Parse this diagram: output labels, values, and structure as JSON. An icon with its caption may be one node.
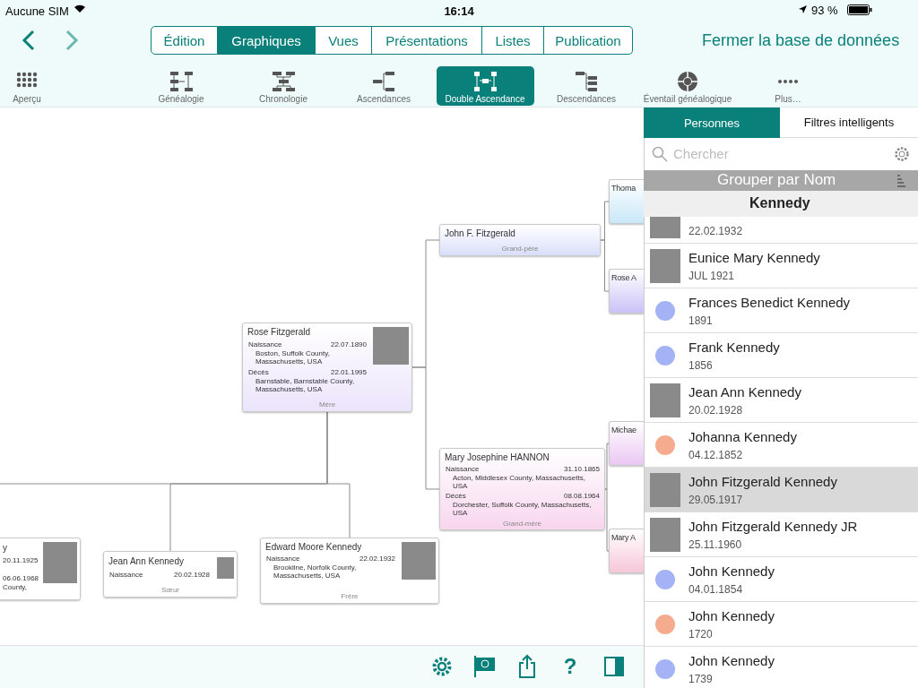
{
  "diagram": {
    "nodes": [
      {
        "text": [
          "Rose Fitzgerald",
          "Naissance",
          "22.07.1890",
          "Boston, Suffolk County, Massachusetts, USA",
          "Décès",
          "22.01.1995",
          "Barnstable, Barnstable County, Massachusetts, USA",
          "Mère"
        ]
      },
      {
        "text": [
          "John F. Fitzgerald",
          "Grand-père"
        ]
      },
      {
        "text": [
          "Mary Josephine HANNON",
          "Naissance",
          "31.10.1865",
          "Acton, Middlesex County, Massachusetts, USA",
          "Décès",
          "08.08.1964",
          "Dorchester, Suffolk County, Massachusetts, USA",
          "Grand-mère"
        ]
      },
      {
        "text": [
          "Thoma"
        ]
      },
      {
        "text": [
          "Rose A"
        ]
      },
      {
        "text": [
          "Michae"
        ]
      },
      {
        "text": [
          "Mary A"
        ]
      },
      {
        "text": [
          "y",
          "20.11.1925",
          "06.06.1968",
          "County,"
        ]
      },
      {
        "text": [
          "Jean Ann Kennedy",
          "Naissance",
          "20.02.1928",
          "Sœur"
        ]
      },
      {
        "text": [
          "Edward Moore Kennedy",
          "Naissance",
          "22.02.1932",
          "Brookline, Norfolk County, Massachusetts, USA",
          "Frère"
        ]
      }
    ],
    "edges": [
      {
        "from": 0,
        "to": 1,
        "arrow": "none"
      },
      {
        "from": 0,
        "to": 2,
        "arrow": "none"
      },
      {
        "from": 1,
        "to": 3,
        "arrow": "none"
      },
      {
        "from": 1,
        "to": 4,
        "arrow": "none"
      },
      {
        "from": 2,
        "to": 5,
        "arrow": "none"
      },
      {
        "from": 2,
        "to": 6,
        "arrow": "none"
      },
      {
        "from": 0,
        "to": 8,
        "arrow": "none"
      },
      {
        "from": 0,
        "to": 9,
        "arrow": "none"
      },
      {
        "from": 0,
        "to": null,
        "arrow": "none"
      }
    ],
    "labels": [
      "Aucune SIM",
      "16:14",
      "93 %",
      "Édition",
      "Graphiques",
      "Vues",
      "Présentations",
      "Listes",
      "Publication",
      "Fermer la base de données",
      "Aperçu",
      "Généalogie",
      "Chronologie",
      "Ascendances",
      "Double Ascendance",
      "Descendances",
      "Éventail généalogique",
      "Plus…",
      "Personnes",
      "Filtres intelligents",
      "Chercher",
      "Grouper par Nom",
      "Kennedy",
      "22.02.1932",
      "Eunice Mary Kennedy",
      "JUL 1921",
      "Frances Benedict Kennedy",
      "1891",
      "Frank Kennedy",
      "1856",
      "Jean Ann Kennedy",
      "20.02.1928",
      "Johanna Kennedy",
      "04.12.1852",
      "John Fitzgerald Kennedy",
      "29.05.1917",
      "John Fitzgerald Kennedy JR",
      "25.11.1960",
      "John Kennedy",
      "04.01.1854",
      "John Kennedy",
      "1720",
      "John Kennedy",
      "1739",
      "?"
    ]
  }
}
